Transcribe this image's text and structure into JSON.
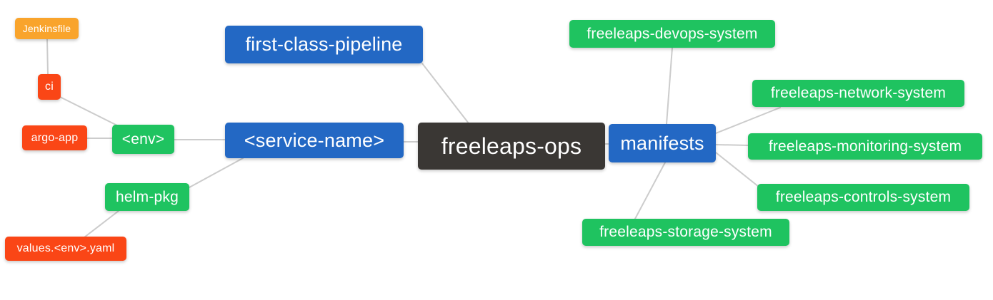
{
  "diagram": {
    "type": "mindmap",
    "root": "freeleaps-ops",
    "palette": {
      "background": "#ffffff",
      "text": "#ffffff",
      "edge": "#cccccc",
      "root_bg": "#3A3734",
      "level1_bg": "#2368C4",
      "level2_bg": "#1FC360",
      "level3_bg": "#FA4616",
      "level4_bg": "#F9A42C"
    },
    "nodes": {
      "root": {
        "label": "freeleaps-ops",
        "level": 0
      },
      "first_class_pipeline": {
        "label": "first-class-pipeline",
        "level": 1
      },
      "service_name": {
        "label": "<service-name>",
        "level": 1
      },
      "manifests": {
        "label": "manifests",
        "level": 1
      },
      "env": {
        "label": "<env>",
        "level": 2
      },
      "helm_pkg": {
        "label": "helm-pkg",
        "level": 2
      },
      "ci": {
        "label": "ci",
        "level": 3
      },
      "argo_app": {
        "label": "argo-app",
        "level": 3
      },
      "jenkinsfile": {
        "label": "Jenkinsfile",
        "level": 4
      },
      "values_env_yaml": {
        "label": "values.<env>.yaml",
        "level": 3
      },
      "devops_system": {
        "label": "freeleaps-devops-system",
        "level": 2
      },
      "network_system": {
        "label": "freeleaps-network-system",
        "level": 2
      },
      "monitoring_system": {
        "label": "freeleaps-monitoring-system",
        "level": 2
      },
      "controls_system": {
        "label": "freeleaps-controls-system",
        "level": 2
      },
      "storage_system": {
        "label": "freeleaps-storage-system",
        "level": 2
      }
    },
    "edges": [
      [
        "jenkinsfile",
        "ci"
      ],
      [
        "ci",
        "env"
      ],
      [
        "argo_app",
        "env"
      ],
      [
        "env",
        "service_name"
      ],
      [
        "helm_pkg",
        "service_name"
      ],
      [
        "helm_pkg",
        "values_env_yaml"
      ],
      [
        "first_class_pipeline",
        "root"
      ],
      [
        "service_name",
        "root"
      ],
      [
        "root",
        "manifests"
      ],
      [
        "manifests",
        "devops_system"
      ],
      [
        "manifests",
        "network_system"
      ],
      [
        "manifests",
        "monitoring_system"
      ],
      [
        "manifests",
        "controls_system"
      ],
      [
        "manifests",
        "storage_system"
      ]
    ]
  }
}
